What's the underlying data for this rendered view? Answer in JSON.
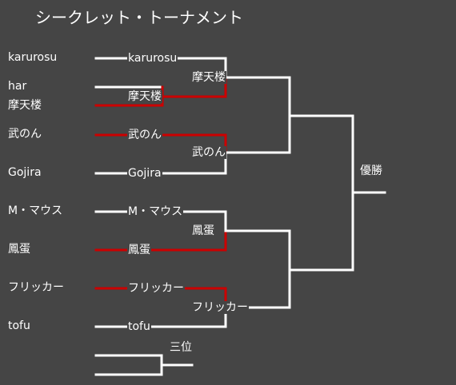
{
  "title": "シークレット・トーナメント",
  "entrants": [
    "karurosu",
    "har",
    "摩天楼",
    "武のん",
    "Gojira",
    "M・マウス",
    "鳳蛋",
    "フリッカー",
    "tofu"
  ],
  "round1": [
    "karurosu",
    "摩天楼",
    "武のん",
    "Gojira",
    "M・マウス",
    "鳳蛋",
    "フリッカー",
    "tofu"
  ],
  "round2": [
    "摩天楼",
    "武のん",
    "鳳蛋",
    "フリッカー"
  ],
  "final_label": "優勝",
  "third_place_label": "三位",
  "colors": {
    "background": "#454545",
    "line": "#ffffff",
    "winner_line": "#cc0000"
  }
}
